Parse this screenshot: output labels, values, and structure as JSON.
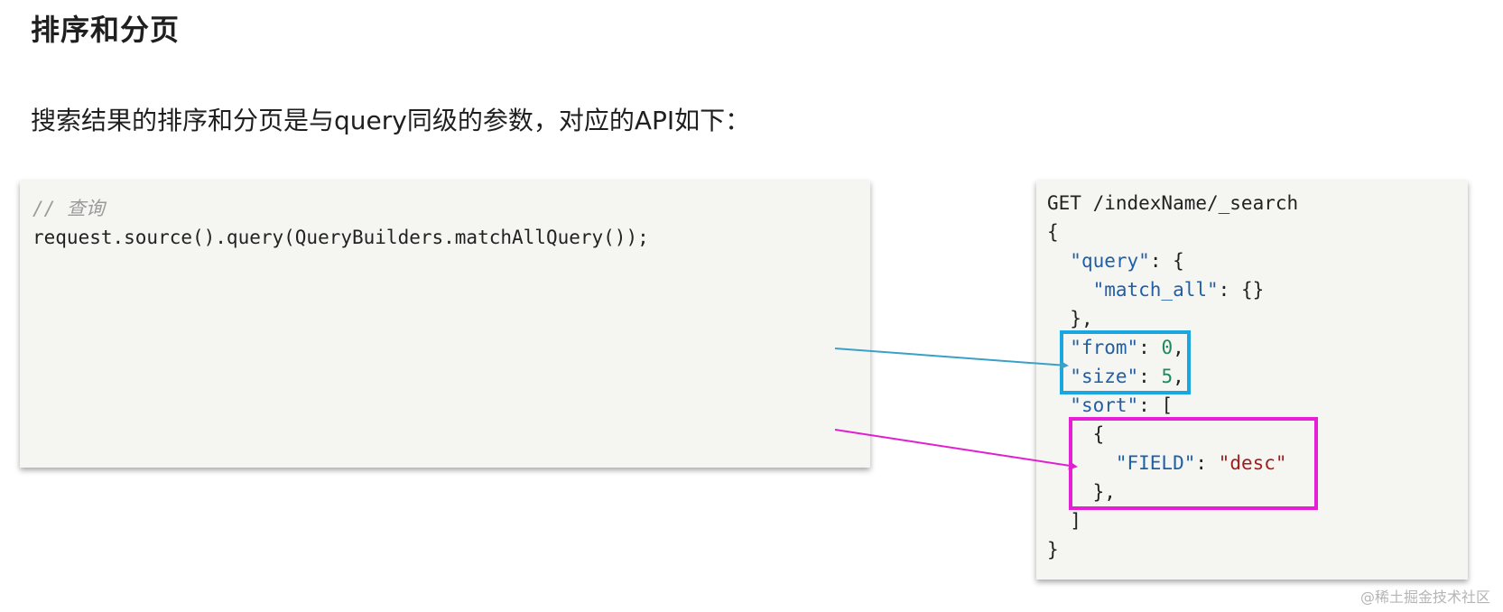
{
  "title": "排序和分页",
  "intro": "搜索结果的排序和分页是与query同级的参数，对应的API如下：",
  "java_code": {
    "comment": "// 查询",
    "line1": "request.source().query(QueryBuilders.matchAllQuery());"
  },
  "json_code": {
    "l1": "GET /indexName/_search",
    "l2": "{",
    "l3_key": "\"query\"",
    "l3_rest": ": {",
    "l4_key": "\"match_all\"",
    "l4_rest": ": {}",
    "l5": "},",
    "l6_key": "\"from\"",
    "l6_sep": ": ",
    "l6_val": "0",
    "l6_end": ",",
    "l7_key": "\"size\"",
    "l7_sep": ": ",
    "l7_val": "5",
    "l7_end": ",",
    "l8_key": "\"sort\"",
    "l8_rest": ": [",
    "l9": "{",
    "l10_key": "\"FIELD\"",
    "l10_sep": ": ",
    "l10_val": "\"desc\"",
    "l11": "},",
    "l12": "]",
    "l13": "}"
  },
  "colors": {
    "blue_highlight": "#1aa6e0",
    "magenta_highlight": "#e61fd6",
    "blue_arrow": "#3aa0c8",
    "magenta_arrow": "#e020d0"
  },
  "watermark": "@稀土掘金技术社区"
}
